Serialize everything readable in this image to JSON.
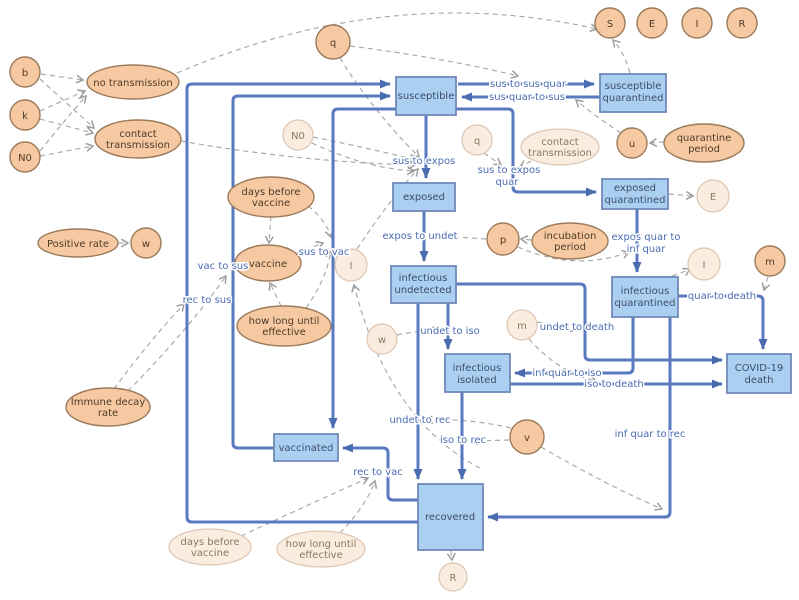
{
  "colors": {
    "stock_fill": "#aacff0",
    "stock_border": "#7189ba",
    "variable_fill": "#f7c9a2",
    "variable_border": "#9b7a5a",
    "ghost_fill": "#fbece0",
    "ghost_border": "#dcc5b2",
    "pipe": "#5a7ac0",
    "flow_label": "#4a6cb3",
    "dashed_link": "#aaaaaa"
  },
  "stocks": {
    "susceptible": {
      "label": "susceptible"
    },
    "susceptible_quarantined": {
      "line1": "susceptible",
      "line2": "quarantined"
    },
    "exposed": {
      "label": "exposed"
    },
    "exposed_quarantined": {
      "line1": "exposed",
      "line2": "quarantined"
    },
    "infectious_undetected": {
      "line1": "infectious",
      "line2": "undetected"
    },
    "infectious_quarantined": {
      "line1": "infectious",
      "line2": "quarantined"
    },
    "infectious_isolated": {
      "line1": "infectious",
      "line2": "isolated"
    },
    "covid19_death": {
      "line1": "COVID-19",
      "line2": "death"
    },
    "vaccinated": {
      "label": "vaccinated"
    },
    "recovered": {
      "label": "recovered"
    }
  },
  "variables": {
    "b": "b",
    "k": "k",
    "n0": "N0",
    "q": "q",
    "s": "S",
    "e": "E",
    "i": "I",
    "r": "R",
    "u": "u",
    "p": "p",
    "m": "m",
    "v": "v",
    "w": "w",
    "no_transmission": "no transmission",
    "contact_transmission": {
      "line1": "contact",
      "line2": "transmission"
    },
    "positive_rate": "Positive rate",
    "days_before_vaccine": {
      "line1": "days before",
      "line2": "vaccine"
    },
    "vaccine": "vaccine",
    "how_long_until_effective": {
      "line1": "how long until",
      "line2": "effective"
    },
    "immune_decay_rate": {
      "line1": "Immune decay",
      "line2": "rate"
    },
    "quarantine_period": {
      "line1": "quarantine",
      "line2": "period"
    },
    "incubation_period": {
      "line1": "incubation",
      "line2": "period"
    }
  },
  "ghosts": {
    "n0": "N0",
    "q": "q",
    "contact_transmission": {
      "line1": "contact",
      "line2": "transmission"
    },
    "e": "E",
    "i_left": "I",
    "i_right": "I",
    "w": "w",
    "m": "m",
    "r": "R",
    "days_before_vaccine": {
      "line1": "days before",
      "line2": "vaccine"
    },
    "how_long_until_effective": {
      "line1": "how long until",
      "line2": "effective"
    }
  },
  "flow_labels": {
    "sus_to_sus_quar": "sus to sus quar",
    "sus_quar_to_sus": "sus quar to sus",
    "sus_to_expos": "sus to expos",
    "sus_to_expos_quar": {
      "line1": "sus to expos",
      "line2": "quar"
    },
    "expos_to_undet": "expos to undet",
    "expos_quar_to_inf_quar": {
      "line1": "expos quar to",
      "line2": "inf quar"
    },
    "undet_to_iso": "undet to iso",
    "undet_to_death": "undet to death",
    "quar_to_death": "quar to death",
    "inf_quar_to_iso": "inf quar to iso",
    "iso_to_death": "iso to death",
    "undet_to_rec": "undet to rec",
    "iso_to_rec": "iso to rec",
    "inf_quar_to_rec": "inf quar to rec",
    "vac_to_sus": "vac to sus",
    "rec_to_sus": "rec to sus",
    "sus_to_vac": "sus to vac",
    "rec_to_vac": "rec to vac"
  }
}
